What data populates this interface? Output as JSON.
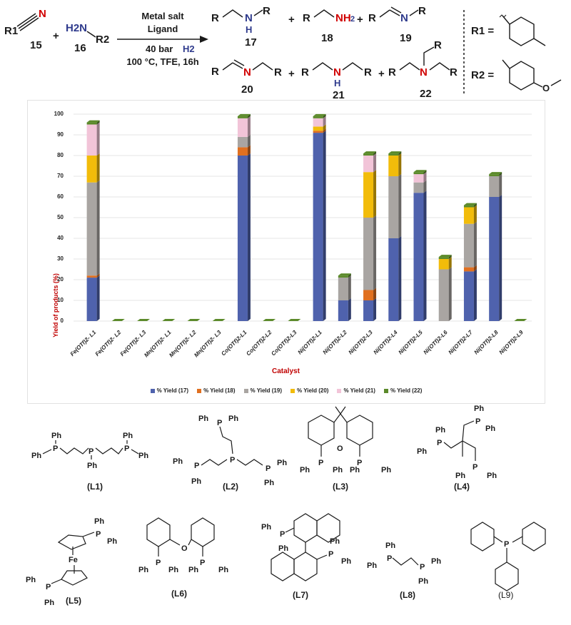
{
  "scheme": {
    "reactant_15": {
      "r_label": "R1",
      "atom": "N",
      "number": "15"
    },
    "plus": "+",
    "reactant_16": {
      "amine": "H2N",
      "r_label": "R2",
      "number": "16"
    },
    "conditions": {
      "line1": "Metal salt",
      "line2": "Ligand",
      "line3_prefix": "40 bar ",
      "line3_gas": "H2",
      "line4": "100 °C, TFE, 16h"
    },
    "products": [
      {
        "number": "17"
      },
      {
        "number": "18"
      },
      {
        "number": "19"
      },
      {
        "number": "20"
      },
      {
        "number": "21"
      },
      {
        "number": "22"
      }
    ],
    "substituents": {
      "r1": "R1 =",
      "r2": "R2 ="
    },
    "colors": {
      "nitrogen_red": "#d00000",
      "nitrogen_blue": "#2e3a8c"
    }
  },
  "chart_data": {
    "type": "bar",
    "stacked": true,
    "title": "",
    "xlabel": "Catalyst",
    "ylabel": "Yield of products (%)",
    "ylim": [
      0,
      100
    ],
    "yticks": [
      0,
      10,
      20,
      30,
      40,
      50,
      60,
      70,
      80,
      90,
      100
    ],
    "grid": true,
    "legend_position": "bottom",
    "categories": [
      "Fe(OTf)2- L1",
      "Fe(OTf)2- L2",
      "Fe(OTf)2- L3",
      "Mn(OTf)2- L1",
      "Mn(OTf)2- L2",
      "Mn(OTf)2- L3",
      "Co(OTf)2-L1",
      "Co(OTf)2-L2",
      "Co(OTf)2-L3",
      "Ni(OTf)2-L1",
      "Ni(OTf)2-L2",
      "Ni(OTf)2-L3",
      "Ni(OTf)2-L4",
      "Ni(OTf)2-L5",
      "Ni(OTf)2-L6",
      "Ni(OTf)2-L7",
      "Ni(OTf)2-L8",
      "Ni(OTf)2-L9"
    ],
    "series": [
      {
        "name": "% Yield (17)",
        "color": "#4f62ad",
        "values": [
          21,
          0,
          0,
          0,
          0,
          0,
          80,
          0,
          0,
          91,
          10,
          10,
          40,
          62,
          0,
          24,
          60,
          0
        ]
      },
      {
        "name": "% Yield (18)",
        "color": "#e07020",
        "values": [
          1,
          0,
          0,
          0,
          0,
          0,
          4,
          0,
          0,
          1,
          0,
          5,
          0,
          0,
          0,
          2,
          0,
          0
        ]
      },
      {
        "name": "% Yield (19)",
        "color": "#a9a5a2",
        "values": [
          45,
          0,
          0,
          0,
          0,
          0,
          5,
          0,
          0,
          0,
          11,
          35,
          30,
          5,
          25,
          21,
          10,
          0
        ]
      },
      {
        "name": "% Yield (20)",
        "color": "#f2bc0a",
        "values": [
          13,
          0,
          0,
          0,
          0,
          0,
          0,
          0,
          0,
          2,
          0,
          22,
          10,
          0,
          5,
          8,
          0,
          0
        ]
      },
      {
        "name": "% Yield (21)",
        "color": "#f2c4d8",
        "values": [
          15,
          0,
          0,
          0,
          0,
          0,
          9,
          0,
          0,
          4,
          0,
          8,
          0,
          4,
          0,
          0,
          0,
          0
        ]
      },
      {
        "name": "% Yield (22)",
        "color": "#5b8a2a",
        "values": [
          1,
          0,
          0,
          0,
          0,
          0,
          1,
          0,
          0,
          1,
          1,
          1,
          1,
          1,
          1,
          1,
          1,
          0
        ]
      }
    ]
  },
  "ligands": [
    {
      "label": "(L1)"
    },
    {
      "label": "(L2)"
    },
    {
      "label": "(L3)"
    },
    {
      "label": "(L4)"
    },
    {
      "label": "(L5)"
    },
    {
      "label": "(L6)"
    },
    {
      "label": "(L7)"
    },
    {
      "label": "(L8)"
    },
    {
      "label": "(L9)"
    }
  ],
  "ligand_text": {
    "ph": "Ph",
    "p": "P",
    "fe": "Fe",
    "o": "O"
  }
}
